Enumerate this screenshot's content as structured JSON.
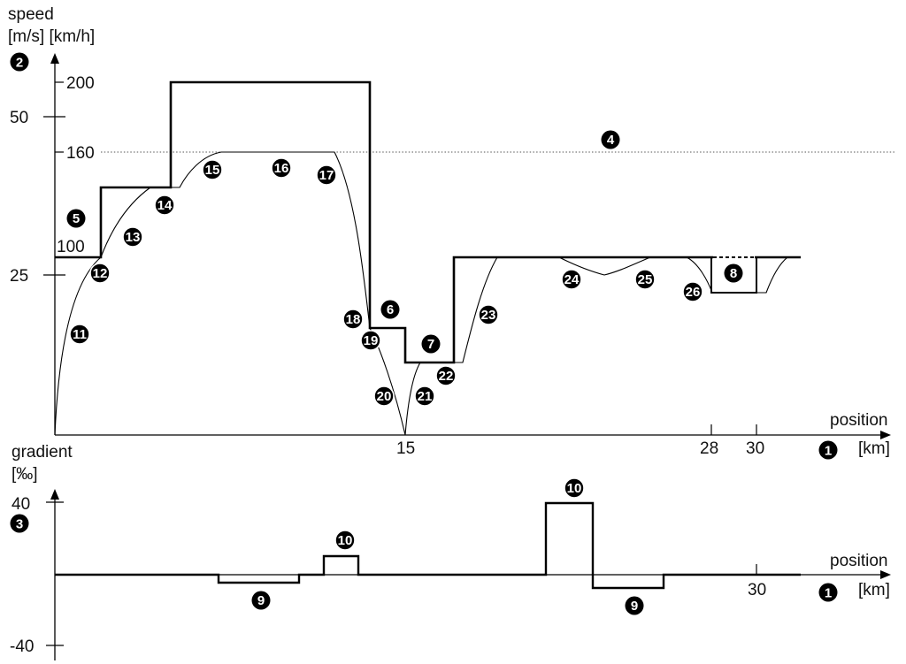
{
  "upper": {
    "axis_title_lines": [
      "speed",
      "[m/s] [km/h]"
    ],
    "axis_marker": "2",
    "ms_ticks": [
      "50",
      "25"
    ],
    "kmh_ticks": [
      "200",
      "160",
      "100"
    ],
    "x_label": "position",
    "x_unit": "[km]",
    "x_marker": "1",
    "x_ticks": [
      "15",
      "28",
      "30"
    ]
  },
  "lower": {
    "axis_title_lines": [
      "gradient",
      "[‰]"
    ],
    "axis_marker": "3",
    "y_ticks": [
      "40",
      "-40"
    ],
    "x_label": "position",
    "x_unit": "[km]",
    "x_marker": "1",
    "x_ticks": [
      "30"
    ]
  },
  "upper_markers": [
    {
      "label": "4",
      "style": "filled"
    },
    {
      "label": "5",
      "style": "filled"
    },
    {
      "label": "6",
      "style": "filled"
    },
    {
      "label": "7",
      "style": "filled"
    },
    {
      "label": "8",
      "style": "filled"
    },
    {
      "label": "11",
      "style": "outline"
    },
    {
      "label": "12",
      "style": "outline"
    },
    {
      "label": "13",
      "style": "outline"
    },
    {
      "label": "14",
      "style": "outline"
    },
    {
      "label": "15",
      "style": "outline"
    },
    {
      "label": "16",
      "style": "outline"
    },
    {
      "label": "17",
      "style": "outline"
    },
    {
      "label": "18",
      "style": "outline"
    },
    {
      "label": "19",
      "style": "outline"
    },
    {
      "label": "20",
      "style": "outline"
    },
    {
      "label": "21",
      "style": "outline"
    },
    {
      "label": "22",
      "style": "outline"
    },
    {
      "label": "23",
      "style": "outline"
    },
    {
      "label": "24",
      "style": "outline"
    },
    {
      "label": "25",
      "style": "outline"
    },
    {
      "label": "26",
      "style": "outline"
    }
  ],
  "lower_markers": [
    {
      "label": "9",
      "style": "filled"
    },
    {
      "label": "10",
      "style": "outline"
    },
    {
      "label": "10",
      "style": "outline"
    },
    {
      "label": "9",
      "style": "filled"
    }
  ]
}
